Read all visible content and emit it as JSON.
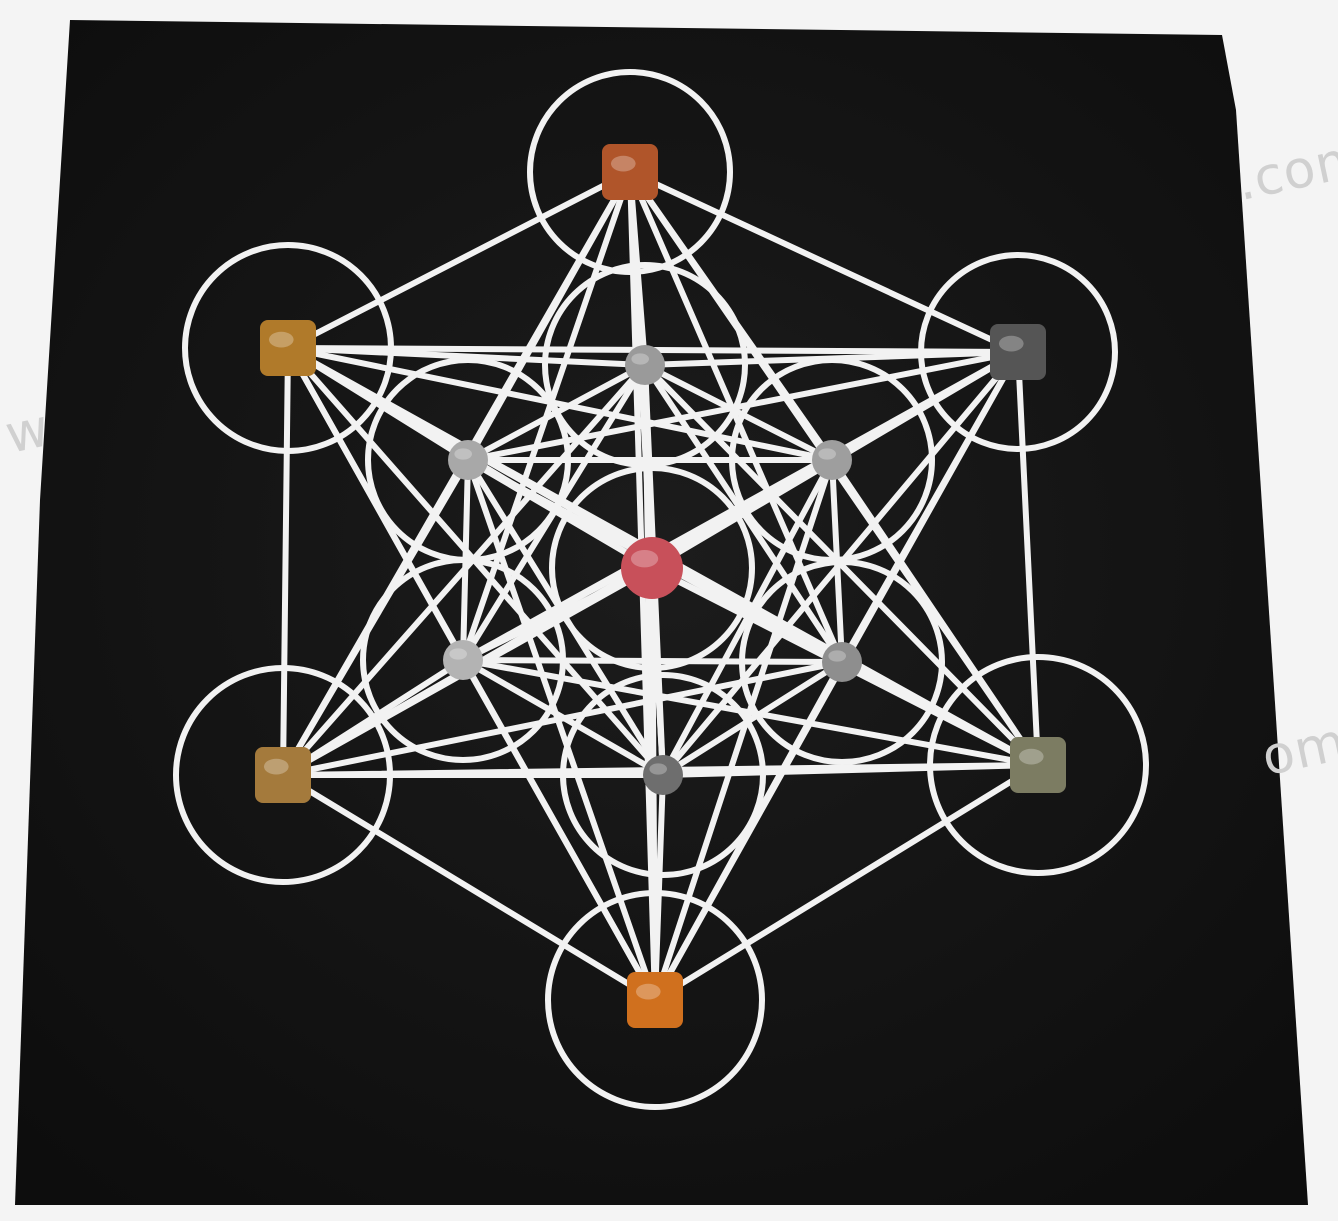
{
  "image": {
    "subject": "metatrons-cube-crystal-grid-cloth",
    "cloth_color": "#141414",
    "line_color": "#f2f2f2",
    "watermark_fragments": [
      ".com",
      "om",
      "w"
    ]
  },
  "stones": [
    {
      "name": "top-outer",
      "color": "#b0552a"
    },
    {
      "name": "upper-left",
      "color": "#b07a2a"
    },
    {
      "name": "upper-right",
      "color": "#555555"
    },
    {
      "name": "lower-left",
      "color": "#a47a3c"
    },
    {
      "name": "lower-right",
      "color": "#7c7c62"
    },
    {
      "name": "bottom-outer",
      "color": "#d0701e"
    },
    {
      "name": "top-inner",
      "color": "#9a9a9a"
    },
    {
      "name": "upper-left-inner",
      "color": "#a8a8a8"
    },
    {
      "name": "upper-right-inner",
      "color": "#9e9e9e"
    },
    {
      "name": "lower-left-inner",
      "color": "#b3b3b3"
    },
    {
      "name": "lower-right-inner",
      "color": "#8e8e8e"
    },
    {
      "name": "bottom-inner",
      "color": "#6e6e6e"
    },
    {
      "name": "center",
      "color": "#c8505a"
    }
  ]
}
